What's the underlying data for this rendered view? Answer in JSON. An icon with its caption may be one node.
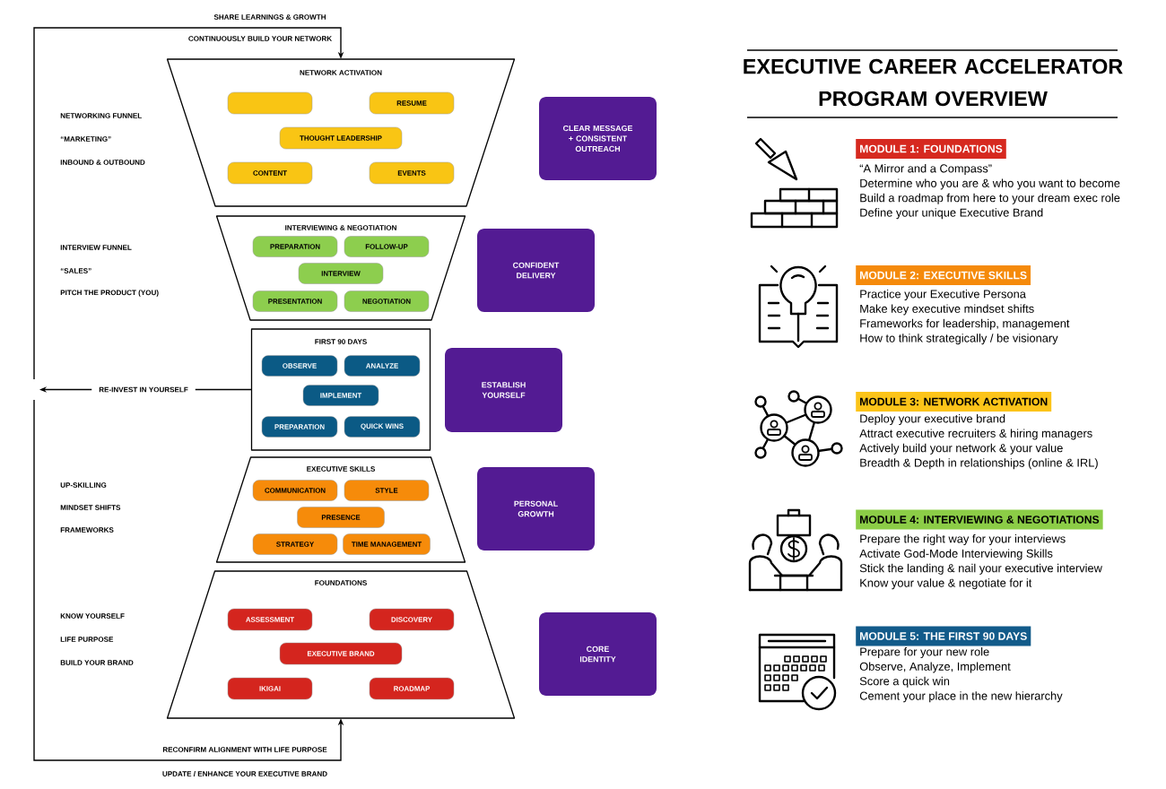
{
  "diagram": {
    "title": "EXECUTIVE CAREER ACCELERATOR PROGRAM OVERVIEW",
    "nodes": [
      {
        "text": [
          "NETWORK ACTIVATION"
        ]
      },
      {
        "text": [],
        "shape": "box",
        "in": 0
      },
      {
        "text": [
          "RESUME"
        ],
        "in": 0
      },
      {
        "text": [
          "THOUGHT LEADERSHIP"
        ],
        "in": 0
      },
      {
        "text": [
          "CONTENT"
        ],
        "in": 0
      },
      {
        "text": [
          "EVENTS"
        ],
        "in": 0
      },
      {
        "text": [
          "INTERVIEWING & NEGOTIATION"
        ]
      },
      {
        "text": [
          "PREPARATION"
        ],
        "in": 6
      },
      {
        "text": [
          "FOLLOW-UP"
        ],
        "in": 6
      },
      {
        "text": [
          "INTERVIEW"
        ],
        "in": 6
      },
      {
        "text": [
          "PRESENTATION"
        ],
        "in": 6
      },
      {
        "text": [
          "NEGOTIATION"
        ],
        "in": 6
      },
      {
        "text": [
          "FIRST 90 DAYS"
        ]
      },
      {
        "text": [
          "OBSERVE"
        ],
        "in": 12
      },
      {
        "text": [
          "ANALYZE"
        ],
        "in": 12
      },
      {
        "text": [
          "IMPLEMENT"
        ],
        "in": 12
      },
      {
        "text": [
          "PREPARATION"
        ],
        "in": 12
      },
      {
        "text": [
          "QUICK WINS"
        ],
        "in": 12
      },
      {
        "text": [
          "EXECUTIVE SKILLS"
        ]
      },
      {
        "text": [
          "COMMUNICATION"
        ],
        "in": 18
      },
      {
        "text": [
          "STYLE"
        ],
        "in": 18
      },
      {
        "text": [
          "PRESENCE"
        ],
        "in": 18
      },
      {
        "text": [
          "STRATEGY"
        ],
        "in": 18
      },
      {
        "text": [
          "TIME MANAGEMENT"
        ],
        "in": 18
      },
      {
        "text": [
          "FOUNDATIONS"
        ]
      },
      {
        "text": [
          "ASSESSMENT"
        ],
        "in": 24
      },
      {
        "text": [
          "DISCOVERY"
        ],
        "in": 24
      },
      {
        "text": [
          "EXECUTIVE BRAND"
        ],
        "in": 24
      },
      {
        "text": [
          "IKIGAI"
        ],
        "in": 24
      },
      {
        "text": [
          "ROADMAP"
        ],
        "in": 24
      },
      {
        "text": [
          "CLEAR MESSAGE + CONSISTENT OUTREACH"
        ]
      },
      {
        "text": [
          "CONFIDENT DELIVERY"
        ]
      },
      {
        "text": [
          "ESTABLISH YOURSELF"
        ]
      },
      {
        "text": [
          "PERSONAL GROWTH"
        ]
      },
      {
        "text": [
          "CORE IDENTITY"
        ]
      },
      {
        "text": [
          "MODULE 1: FOUNDATIONS"
        ],
        "beside": [
          "“A Mirror and a Compass”",
          "Determine who you are & who you want to become",
          "Build a roadmap from here to your dream exec role",
          "Define your unique Executive Brand"
        ]
      },
      {
        "text": [
          "MODULE 2: EXECUTIVE SKILLS"
        ],
        "beside": [
          "Practice your Executive Persona",
          "Make key executive mindset shifts",
          "Frameworks for leadership, management",
          "How to think strategically / be visionary"
        ]
      },
      {
        "text": [
          "MODULE 3: NETWORK ACTIVATION"
        ],
        "beside": [
          "Deploy your executive brand",
          "Attract executive recruiters & hiring managers",
          "Actively build your network & your value",
          "Breadth & Depth in relationships (online & IRL)"
        ]
      },
      {
        "text": [
          "MODULE 4: INTERVIEWING & NEGOTIATIONS"
        ],
        "beside": [
          "Prepare the right way for your interviews",
          "Activate God-Mode Interviewing Skills",
          "Stick the landing & nail your executive interview",
          "Know your value & negotiate for it"
        ]
      },
      {
        "text": [
          "MODULE 5: THE FIRST 90 DAYS"
        ],
        "beside": [
          "Prepare for your new role",
          "Observe, Analyze, Implement",
          "Score a quick win",
          "Cement your place in the new hierarchy"
        ]
      }
    ],
    "edges": [
      {
        "from": 12,
        "to": null,
        "arrow": "to",
        "label": "RE-INVEST IN YOURSELF"
      },
      {
        "from": null,
        "to": 0,
        "arrow": "to",
        "label": "CONTINUOUSLY BUILD YOUR NETWORK"
      },
      {
        "from": null,
        "to": 24,
        "arrow": "to",
        "label": "RECONFIRM ALIGNMENT WITH LIFE PURPOSE"
      }
    ],
    "labels": [
      "SHARE LEARNINGS & GROWTH",
      "NETWORKING FUNNEL",
      "“MARKETING”",
      "INBOUND & OUTBOUND",
      "INTERVIEW FUNNEL",
      "“SALES”",
      "PITCH THE PRODUCT (YOU)",
      "UP-SKILLING",
      "MINDSET SHIFTS",
      "FRAMEWORKS",
      "KNOW YOURSELF",
      "LIFE PURPOSE",
      "BUILD YOUR BRAND",
      "UPDATE / ENHANCE YOUR EXECUTIVE BRAND"
    ]
  }
}
